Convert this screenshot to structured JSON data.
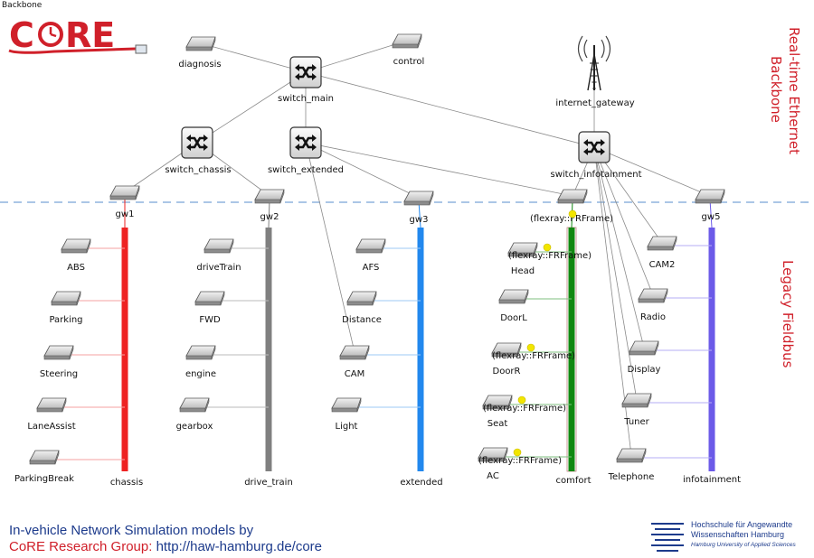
{
  "logo": {
    "section": "Backbone",
    "wordmark": "CoRE"
  },
  "side_labels": {
    "top": [
      "Real-time Ethernet",
      "Backbone"
    ],
    "bottom": [
      "Legacy Fieldbus"
    ]
  },
  "switches": [
    {
      "id": "switch_main",
      "label": "switch_main"
    },
    {
      "id": "switch_chassis",
      "label": "switch_chassis"
    },
    {
      "id": "switch_extended",
      "label": "switch_extended"
    },
    {
      "id": "switch_infotainment",
      "label": "switch_infotainment"
    }
  ],
  "backbone_nodes": [
    {
      "id": "diagnosis",
      "label": "diagnosis"
    },
    {
      "id": "control",
      "label": "control"
    },
    {
      "id": "internet_gateway",
      "label": "internet_gateway"
    }
  ],
  "gateways": [
    {
      "id": "gw1",
      "label": "gw1"
    },
    {
      "id": "gw2",
      "label": "gw2"
    },
    {
      "id": "gw3",
      "label": "gw3"
    },
    {
      "id": "gw4",
      "label": "(flexray::FRFrame)"
    },
    {
      "id": "gw5",
      "label": "gw5"
    }
  ],
  "buses": [
    {
      "id": "chassis",
      "label": "chassis",
      "color": "#ee2222",
      "gateway": "gw1"
    },
    {
      "id": "drive_train",
      "label": "drive_train",
      "color": "#808080",
      "gateway": "gw2"
    },
    {
      "id": "extended",
      "label": "extended",
      "color": "#2288ee",
      "gateway": "gw3"
    },
    {
      "id": "comfort",
      "label": "comfort",
      "color": "#118811",
      "gateway": "gw4"
    },
    {
      "id": "infotainment",
      "label": "infotainment",
      "color": "#6b5ae8",
      "gateway": "gw5"
    }
  ],
  "ecus": [
    {
      "label": "ABS",
      "bus": "chassis"
    },
    {
      "label": "Parking",
      "bus": "chassis"
    },
    {
      "label": "Steering",
      "bus": "chassis"
    },
    {
      "label": "LaneAssist",
      "bus": "chassis"
    },
    {
      "label": "ParkingBreak",
      "bus": "chassis"
    },
    {
      "label": "driveTrain",
      "bus": "drive_train"
    },
    {
      "label": "FWD",
      "bus": "drive_train"
    },
    {
      "label": "engine",
      "bus": "drive_train"
    },
    {
      "label": "gearbox",
      "bus": "drive_train"
    },
    {
      "label": "AFS",
      "bus": "extended"
    },
    {
      "label": "Distance",
      "bus": "extended"
    },
    {
      "label": "CAM",
      "bus": "extended"
    },
    {
      "label": "Light",
      "bus": "extended"
    },
    {
      "label": "Head",
      "bus": "comfort",
      "frame": "(flexray::FRFrame)"
    },
    {
      "label": "DoorL",
      "bus": "comfort"
    },
    {
      "label": "DoorR",
      "bus": "comfort",
      "frame": "(flexray::FRFrame)"
    },
    {
      "label": "Seat",
      "bus": "comfort",
      "frame": "(flexray::FRFrame)"
    },
    {
      "label": "AC",
      "bus": "comfort",
      "frame": "(flexray::FRFrame)"
    },
    {
      "label": "CAM2",
      "bus": "infotainment"
    },
    {
      "label": "Radio",
      "bus": "infotainment"
    },
    {
      "label": "Display",
      "bus": "infotainment"
    },
    {
      "label": "Tuner",
      "bus": "infotainment"
    },
    {
      "label": "Telephone",
      "bus": "infotainment"
    }
  ],
  "gateway_frame_label": "(flexray::FRFrame)",
  "footer": {
    "line1": "In-vehicle Network Simulation models by",
    "line2_prefix": "CoRE Research Group: ",
    "line2_link": "http://haw-hamburg.de/core"
  },
  "university": {
    "line1": "Hochschule für Angewandte",
    "line2": "Wissenschaften Hamburg",
    "line3": "Hamburg University of Applied Sciences"
  },
  "colors": {
    "accent_red": "#d0202a",
    "footer_blue": "#1d3b8c",
    "separator": "#8fb4dd",
    "frame_dot": "#f2e600"
  }
}
